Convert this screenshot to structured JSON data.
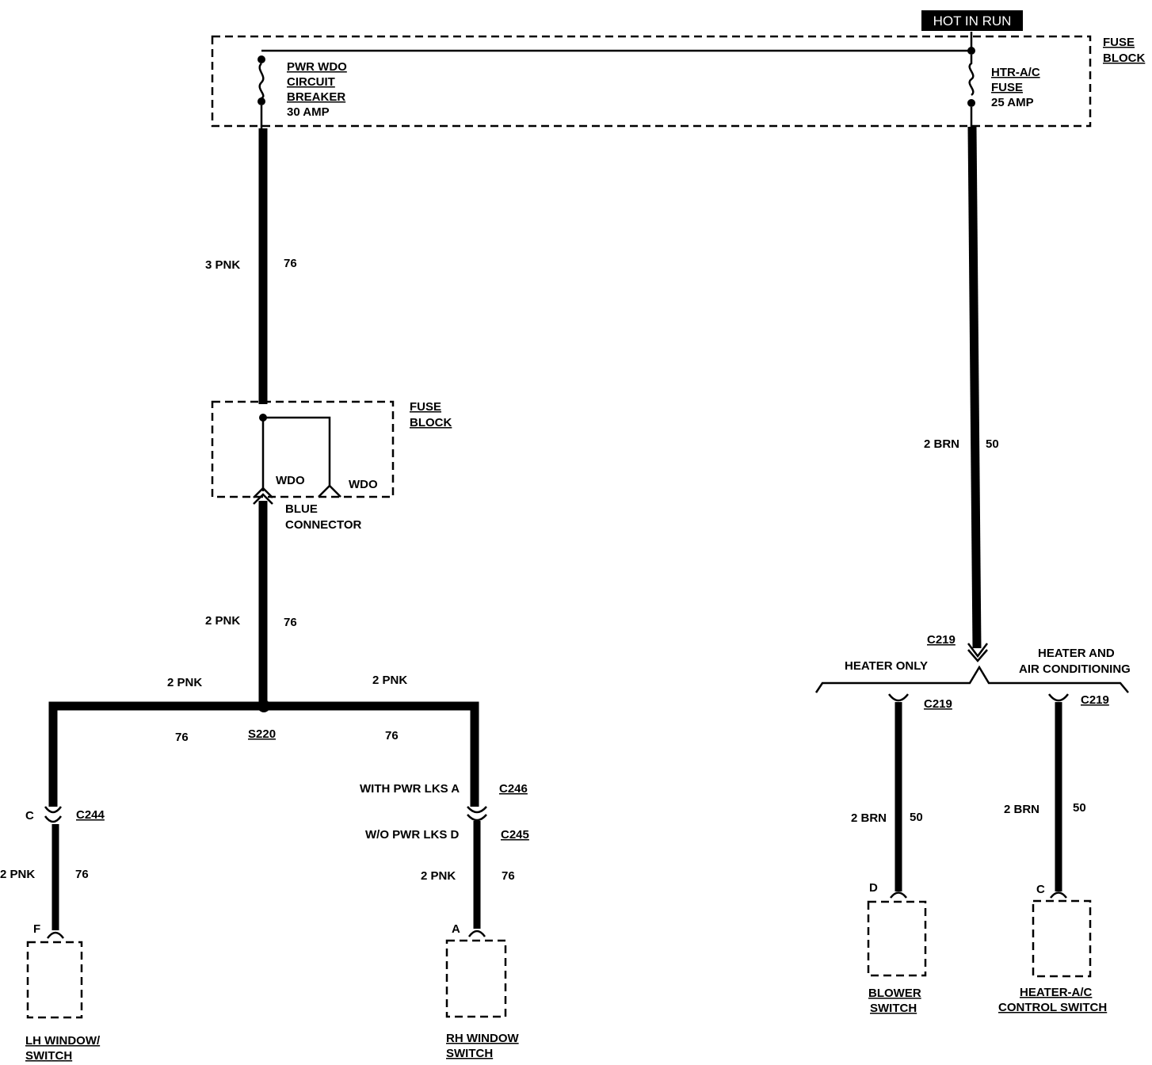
{
  "header": {
    "hot_in_run": "HOT IN RUN"
  },
  "fuse_block_top": {
    "label_line1": "FUSE",
    "label_line2": "BLOCK",
    "breaker": [
      "PWR WDO",
      "CIRCUIT",
      "BREAKER",
      "30 AMP"
    ],
    "fuse": [
      "HTR-A/C",
      "FUSE",
      "25 AMP"
    ]
  },
  "fuse_block_mid": {
    "label_line1": "FUSE",
    "label_line2": "BLOCK",
    "terminal_left": "WDO",
    "terminal_right": "WDO",
    "connector": [
      "BLUE",
      "CONNECTOR"
    ]
  },
  "wires": {
    "top_left_gauge": "3 PNK",
    "top_left_circuit": "76",
    "mid_left_gauge": "2 PNK",
    "mid_left_circuit": "76",
    "branch_left_gauge": "2 PNK",
    "branch_left_circuit": "76",
    "branch_right_gauge": "2 PNK",
    "branch_right_circuit": "76",
    "lh_gauge": "2 PNK",
    "lh_circuit": "76",
    "rh_gauge": "2 PNK",
    "rh_circuit": "76",
    "brn_main_gauge": "2 BRN",
    "brn_main_circuit": "50",
    "blower_gauge": "2 BRN",
    "blower_circuit": "50",
    "hvac_gauge": "2 BRN",
    "hvac_circuit": "50"
  },
  "splice": {
    "id": "S220"
  },
  "connectors": {
    "c244": "C244",
    "c244_pin_top": "C",
    "c244_pin_bottom": "F",
    "c246": "C246",
    "c246_prefix": "WITH PWR LKS A",
    "c245": "C245",
    "c245_prefix": "W/O PWR LKS D",
    "rh_pin": "A",
    "c219_main": "C219",
    "c219_left": "C219",
    "c219_right": "C219",
    "blower_pin": "D",
    "hvac_pin": "C"
  },
  "options": {
    "heater_only": "HEATER ONLY",
    "heater_ac_line1": "HEATER AND",
    "heater_ac_line2": "AIR CONDITIONING"
  },
  "components": {
    "lh_window": [
      "LH WINDOW/",
      "SWITCH"
    ],
    "rh_window": [
      "RH WINDOW",
      "SWITCH"
    ],
    "blower": [
      "BLOWER",
      "SWITCH"
    ],
    "hvac_control": [
      "HEATER-A/C",
      "CONTROL SWITCH"
    ]
  }
}
